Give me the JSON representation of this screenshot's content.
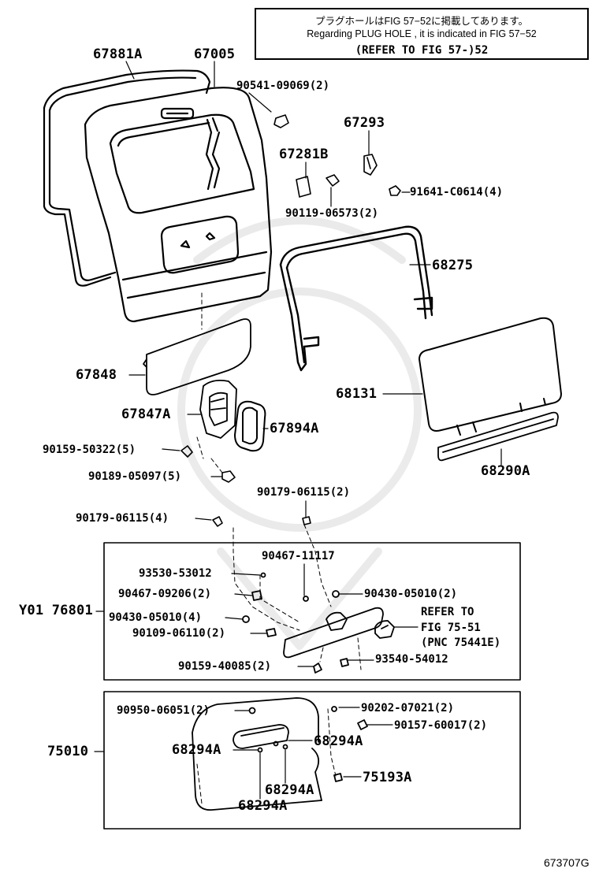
{
  "note": {
    "line1": "プラグホールはFIG 57−52に掲載してあります。",
    "line2": "Regarding  PLUG HOLE , it is indicated in FIG  57−52",
    "line3": "(REFER TO FIG 57-)52"
  },
  "callouts": {
    "p67881A": "67881A",
    "p67005": "67005",
    "p90541": "90541-09069(2)",
    "p67293": "67293",
    "p67281B": "67281B",
    "p91641": "91641-C0614(4)",
    "p90119": "90119-06573(2)",
    "p68275": "68275",
    "p67848": "67848",
    "p68131": "68131",
    "p67847A": "67847A",
    "p67894A": "67894A",
    "p90159a": "90159-50322(5)",
    "p90189": "90189-05097(5)",
    "p68290A": "68290A",
    "p90179b": "90179-06115(2)",
    "p90179a": "90179-06115(4)",
    "p90467a": "90467-11117",
    "p93530": "93530-53012",
    "p90467b": "90467-09206(2)",
    "p90430b": "90430-05010(2)",
    "pY01": "Y01 76801",
    "p90430a": "90430-05010(4)",
    "p90109": "90109-06110(2)",
    "refer1": "REFER TO",
    "refer2": "FIG 75-51",
    "refer3": "(PNC 75441E)",
    "p90159b": "90159-40085(2)",
    "p93540": "93540-54012",
    "p90950": "90950-06051(2)",
    "p90202": "90202-07021(2)",
    "p90157": "90157-60017(2)",
    "p75010": "75010",
    "p68294Aa": "68294A",
    "p68294Ab": "68294A",
    "p75193A": "75193A",
    "p68294Ac": "68294A",
    "p68294Ad": "68294A"
  },
  "catalog_number": "673707G"
}
